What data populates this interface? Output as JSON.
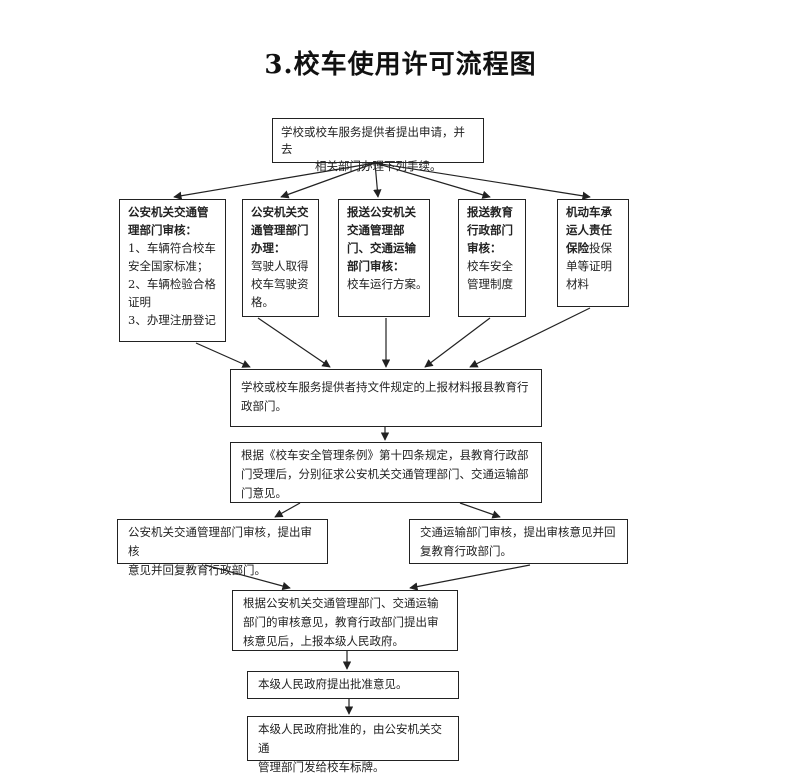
{
  "title": "3.校车使用许可流程图",
  "start": {
    "line1": "学校或校车服务提供者提出申请，并去",
    "line2": "相关部门办理下列手续。"
  },
  "col1": {
    "head1": "公安机关交通管",
    "head2": "理部门审核：",
    "items": [
      "1、车辆符合校车",
      "安全国家标准；",
      "2、车辆检验合格",
      "证明",
      "3、办理注册登记"
    ]
  },
  "col2": {
    "head1": "公安机关交",
    "head2": "通管理部门",
    "head3": "办理：",
    "items": [
      "驾驶人取得",
      "校车驾驶资",
      "格。"
    ]
  },
  "col3": {
    "head1": "报送公安机关",
    "head2": "交通管理部",
    "head3": "门、交通运输",
    "head4": "部门审核：",
    "items": [
      "校车运行方案。"
    ]
  },
  "col4": {
    "head1": "报送教育",
    "head2": "行政部门",
    "head3": "审核：",
    "items": [
      "校车安全",
      "管理制度"
    ]
  },
  "col5": {
    "head1": "机动车承",
    "head2": "运人责任",
    "head3": "保险",
    "head3_tail": "投保",
    "items": [
      "单等证明",
      "材料"
    ]
  },
  "step2": {
    "line1": "学校或校车服务提供者持文件规定的上报材料报县教育行",
    "line2": "政部门。"
  },
  "step3": {
    "line1": "根据《校车安全管理条例》第十四条规定，县教育行政部",
    "line2": "门受理后，分别征求公安机关交通管理部门、交通运输部",
    "line3": "门意见。"
  },
  "step4a": {
    "line1": "公安机关交通管理部门审核，提出审核",
    "line2": "意见并回复教育行政部门。"
  },
  "step4b": {
    "line1": "交通运输部门审核，提出审核意见并回",
    "line2": "复教育行政部门。"
  },
  "step5": {
    "line1": "根据公安机关交通管理部门、交通运输",
    "line2": "部门的审核意见，教育行政部门提出审",
    "line3": "核意见后，上报本级人民政府。"
  },
  "step6": {
    "line1": "本级人民政府提出批准意见。"
  },
  "step7": {
    "line1": "本级人民政府批准的，由公安机关交通",
    "line2": "管理部门发给校车标牌。"
  }
}
